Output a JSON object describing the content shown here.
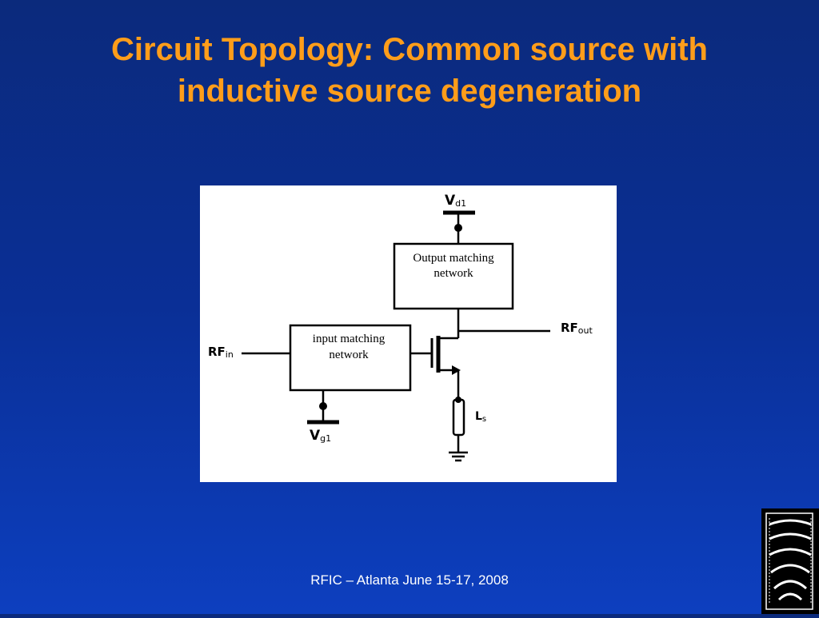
{
  "slide": {
    "title_line1": "Circuit Topology: Common source with",
    "title_line2": "inductive source degeneration",
    "footer": "RFIC – Atlanta June 15-17, 2008",
    "title_color": "#ff9d1a",
    "background_color": "#0a2f96"
  },
  "diagram": {
    "vd_main": "V",
    "vd_sub": "d1",
    "vg_main": "V",
    "vg_sub": "g1",
    "rfin_main": "RF",
    "rfin_sub": "in",
    "rfout_main": "RF",
    "rfout_sub": "out",
    "ls_main": "L",
    "ls_sub": "s",
    "output_box_line1": "Output matching",
    "output_box_line2": "network",
    "input_box_line1": "input matching",
    "input_box_line2": "network"
  },
  "logo": {
    "icon": "university-seal-icon"
  }
}
